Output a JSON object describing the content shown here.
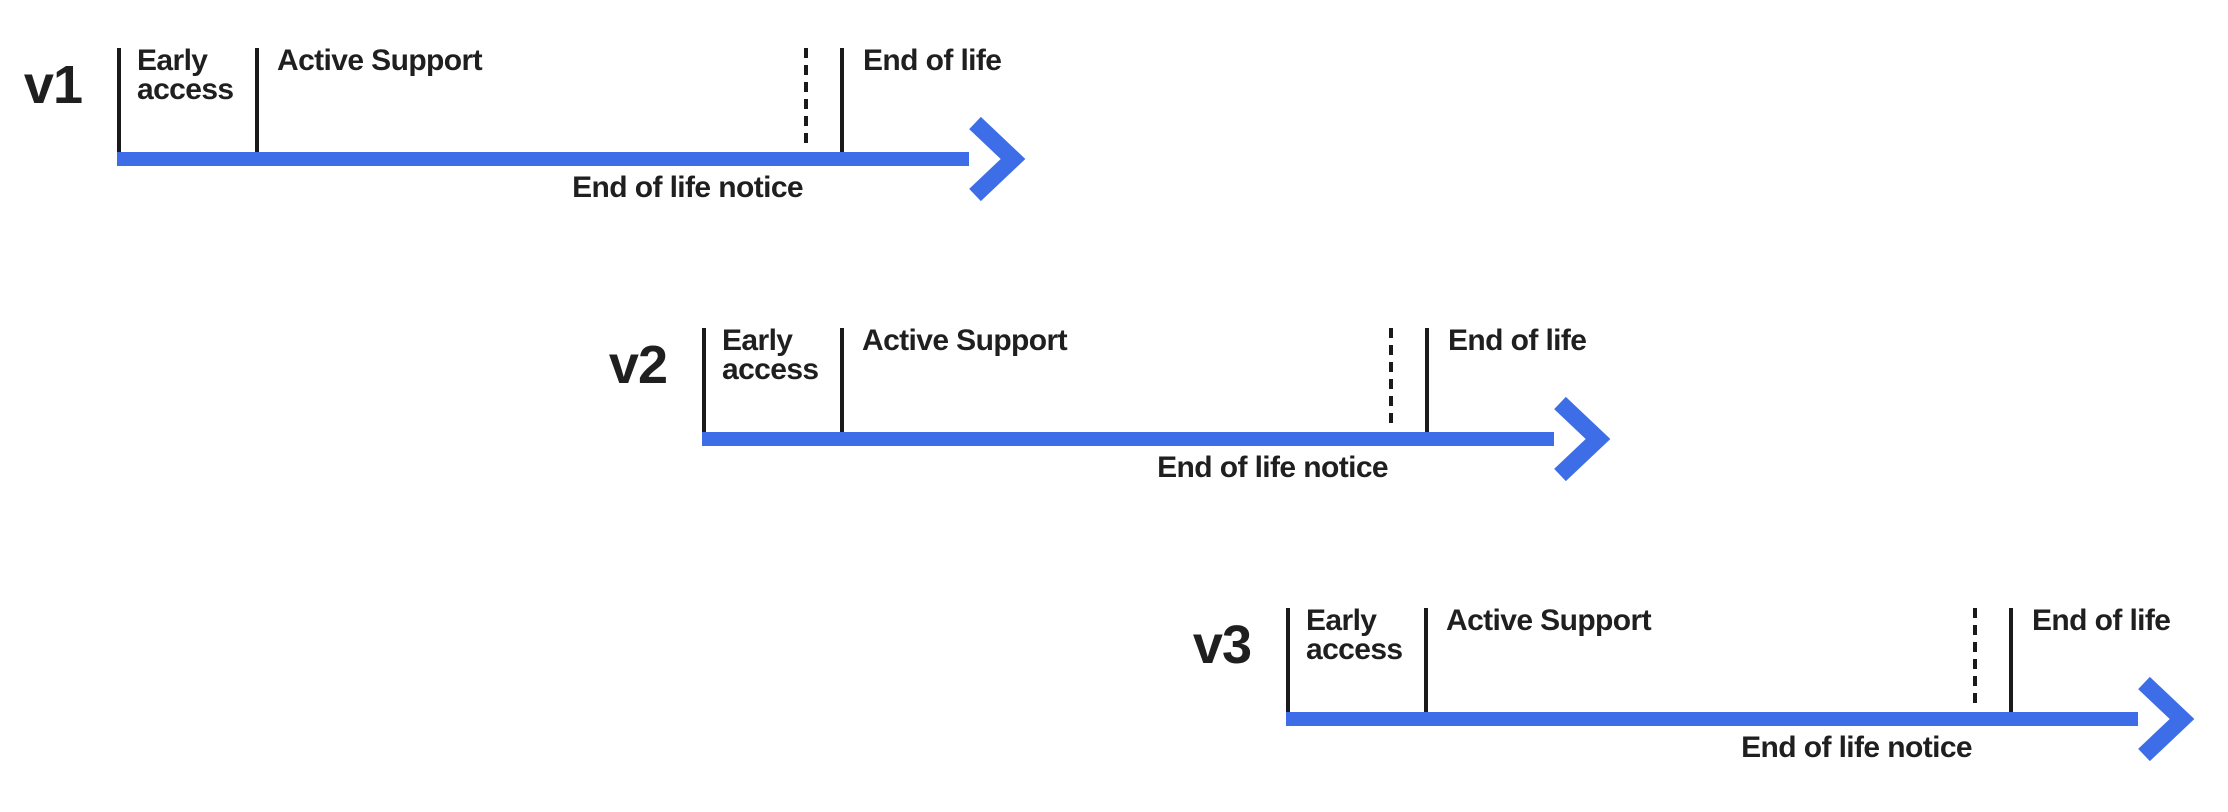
{
  "diagram": {
    "description": "Version release lifecycle timelines",
    "colors": {
      "arrow": "#3D6EE8",
      "tick_line": "#1A1A1A",
      "text": "#1F1F1F",
      "background": "#FFFFFF"
    },
    "timelines": [
      {
        "version": "v1",
        "early_access_label": "Early access",
        "active_support_label": "Active Support",
        "end_of_life_label": "End of life",
        "end_of_life_notice_label": "End of life notice"
      },
      {
        "version": "v2",
        "early_access_label": "Early access",
        "active_support_label": "Active Support",
        "end_of_life_label": "End of life",
        "end_of_life_notice_label": "End of life notice"
      },
      {
        "version": "v3",
        "early_access_label": "Early access",
        "active_support_label": "Active Support",
        "end_of_life_label": "End of life",
        "end_of_life_notice_label": "End of life notice"
      }
    ]
  }
}
